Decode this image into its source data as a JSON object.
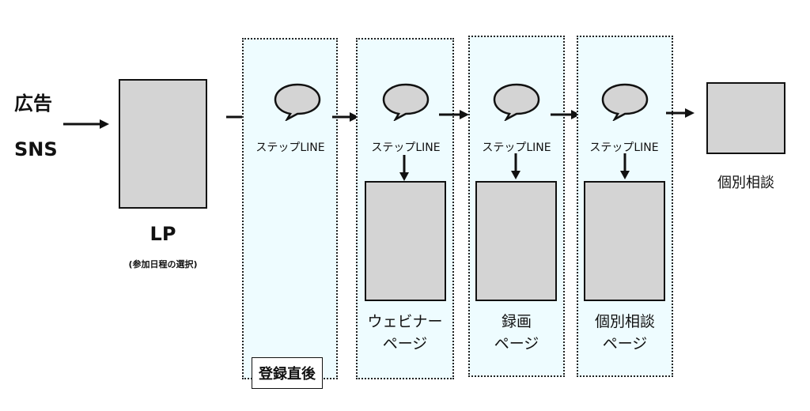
{
  "sources": [
    "広告",
    "SNS"
  ],
  "lp": {
    "title": "LP",
    "subtitle": "(参加日程の選択)"
  },
  "steps": [
    {
      "bubble_label": "ステップLINE",
      "page_label_line1": "",
      "page_label_line2": ""
    },
    {
      "bubble_label": "ステップLINE",
      "page_label_line1": "ウェビナー",
      "page_label_line2": "ページ"
    },
    {
      "bubble_label": "ステップLINE",
      "page_label_line1": "録画",
      "page_label_line2": "ページ"
    },
    {
      "bubble_label": "ステップLINE",
      "page_label_line1": "個別相談",
      "page_label_line2": "ページ"
    }
  ],
  "first_panel_tag": "登録直後",
  "consult": {
    "label": "個別相談"
  },
  "icons": {
    "bubble": "speech-bubble-icon",
    "arrow": "arrow-right-icon"
  },
  "colors": {
    "panel_bg": "#eefcff",
    "box_fill": "#d4d4d4"
  }
}
